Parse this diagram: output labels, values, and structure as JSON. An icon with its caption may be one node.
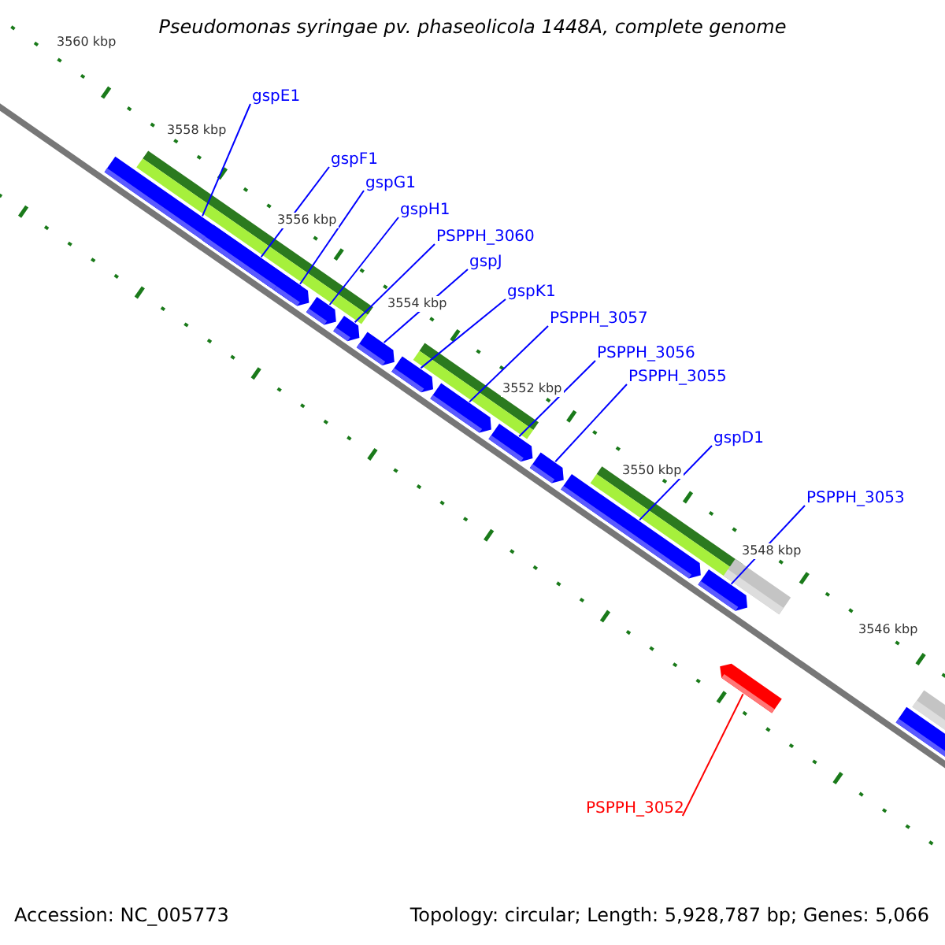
{
  "diagram": {
    "title": "Pseudomonas syringae pv. phaseolicola 1448A, complete genome",
    "nodes": [
      {
        "text": [
          "gspE1"
        ]
      },
      {
        "text": [
          "gspF1"
        ]
      },
      {
        "text": [
          "gspG1"
        ]
      },
      {
        "text": [
          "gspH1"
        ]
      },
      {
        "text": [
          "PSPPH_3060"
        ]
      },
      {
        "text": [
          "gspJ"
        ]
      },
      {
        "text": [
          "gspK1"
        ]
      },
      {
        "text": [
          "PSPPH_3057"
        ]
      },
      {
        "text": [
          "PSPPH_3056"
        ]
      },
      {
        "text": [
          "PSPPH_3055"
        ]
      },
      {
        "text": [
          "gspD1"
        ]
      },
      {
        "text": [
          "PSPPH_3053"
        ]
      },
      {
        "text": [
          "PSPPH_3052"
        ]
      },
      {
        "text": [],
        "shape": "arrow"
      },
      {
        "text": [],
        "shape": "arrow"
      },
      {
        "text": [],
        "shape": "arrow"
      },
      {
        "text": [],
        "shape": "arrow"
      },
      {
        "text": [],
        "shape": "arrow"
      },
      {
        "text": [],
        "shape": "arrow"
      },
      {
        "text": [],
        "shape": "arrow"
      },
      {
        "text": [],
        "shape": "arrow"
      },
      {
        "text": [],
        "shape": "arrow"
      },
      {
        "text": [],
        "shape": "arrow"
      },
      {
        "text": [],
        "shape": "arrow"
      },
      {
        "text": [],
        "shape": "arrow"
      },
      {
        "text": [],
        "shape": "arrow"
      },
      {
        "text": [],
        "shape": "arrow"
      }
    ],
    "edges": [
      {
        "from": 0,
        "to": 13,
        "arrow": "none"
      },
      {
        "from": 1,
        "to": 14,
        "arrow": "none"
      },
      {
        "from": 2,
        "to": 15,
        "arrow": "none"
      },
      {
        "from": 3,
        "to": 16,
        "arrow": "none"
      },
      {
        "from": 4,
        "to": 17,
        "arrow": "none"
      },
      {
        "from": 5,
        "to": 18,
        "arrow": "none"
      },
      {
        "from": 6,
        "to": 19,
        "arrow": "none"
      },
      {
        "from": 7,
        "to": 20,
        "arrow": "none"
      },
      {
        "from": 8,
        "to": 21,
        "arrow": "none"
      },
      {
        "from": 9,
        "to": 22,
        "arrow": "none"
      },
      {
        "from": 10,
        "to": 23,
        "arrow": "none"
      },
      {
        "from": 11,
        "to": 24,
        "arrow": "none"
      },
      {
        "from": 12,
        "to": 25,
        "arrow": "none",
        "color": "#ff0000"
      }
    ],
    "labels": [
      "3560 kbp",
      "3558 kbp",
      "3556 kbp",
      "3554 kbp",
      "3552 kbp",
      "3550 kbp",
      "3548 kbp",
      "3546 kbp",
      "Accession: NC_005773",
      "Topology: circular; Length: 5,928,787 bp; Genes: 5,066"
    ]
  }
}
